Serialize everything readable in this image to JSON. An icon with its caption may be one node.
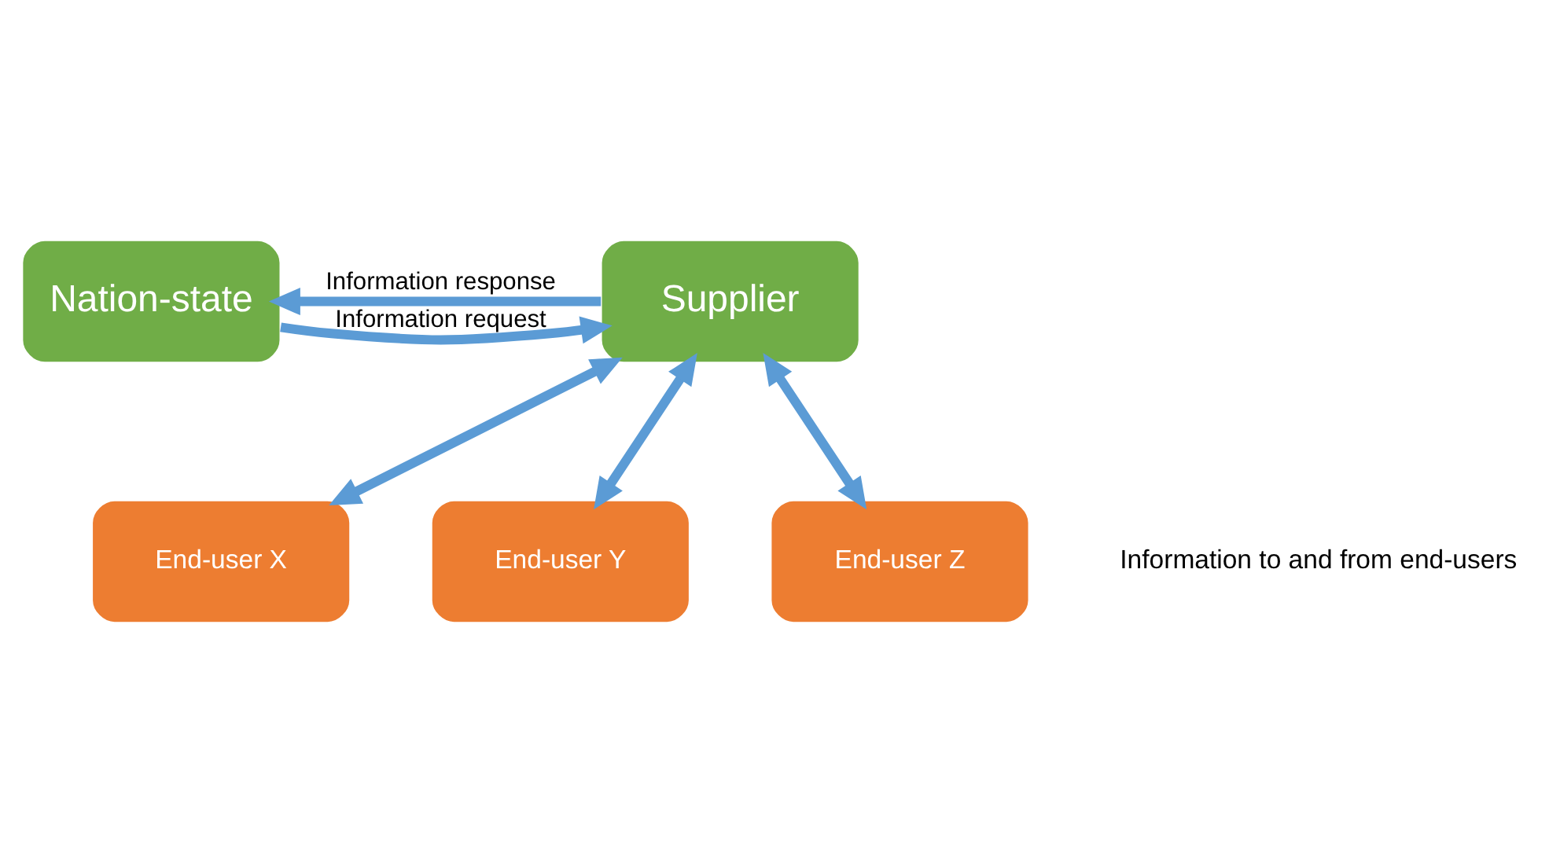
{
  "diagram": {
    "nodes": [
      {
        "text": [
          "Nation-state"
        ]
      },
      {
        "text": [
          "Supplier"
        ]
      },
      {
        "text": [
          "End-user X"
        ]
      },
      {
        "text": [
          "End-user Y"
        ]
      },
      {
        "text": [
          "End-user Z"
        ]
      }
    ],
    "edges": [
      {
        "from": 1,
        "to": 0,
        "arrow": "to",
        "label": "Information response"
      },
      {
        "from": 0,
        "to": 1,
        "arrow": "to",
        "label": "Information request"
      },
      {
        "from": 1,
        "to": 2,
        "arrow": "both"
      },
      {
        "from": 1,
        "to": 3,
        "arrow": "both"
      },
      {
        "from": 1,
        "to": 4,
        "arrow": "both"
      }
    ],
    "labels": [
      "Information to and from end-users"
    ]
  }
}
